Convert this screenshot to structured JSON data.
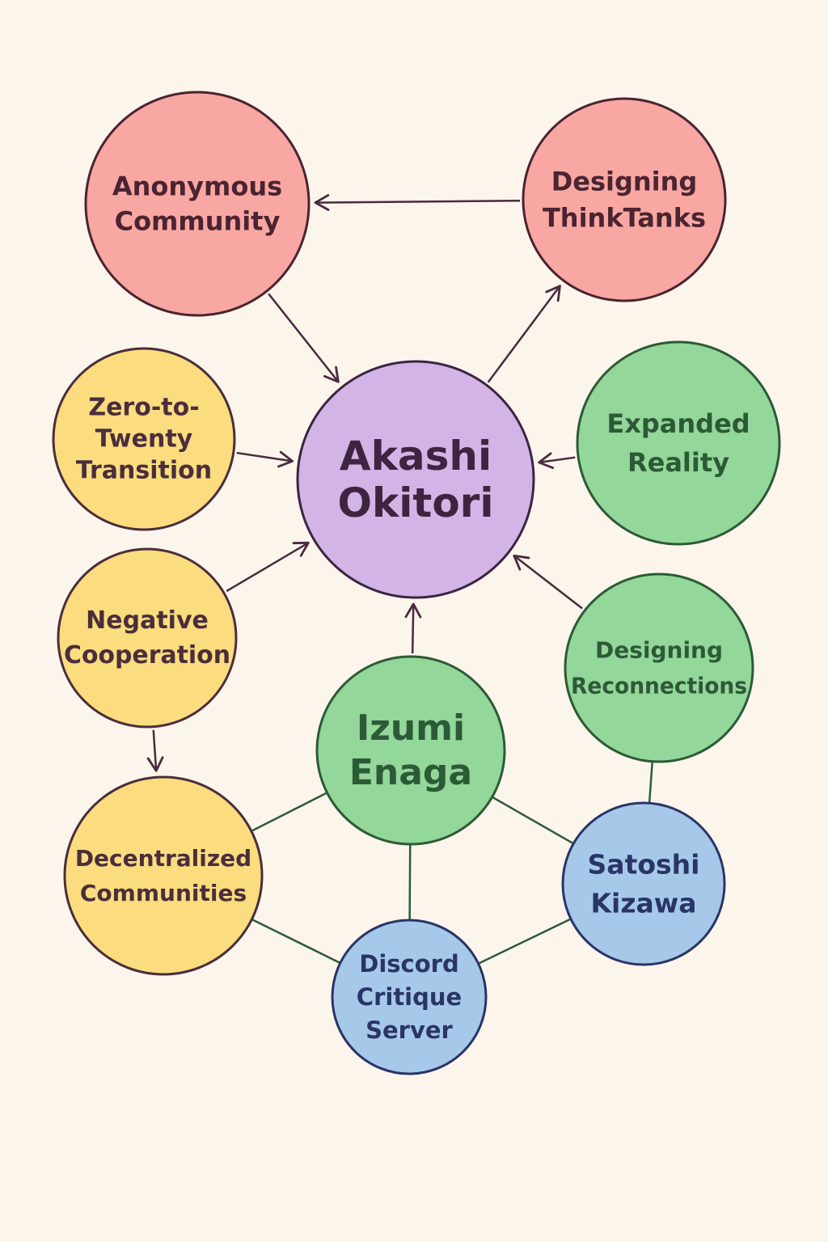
{
  "colors": {
    "background": "#fcf5ec",
    "red_fill": "#f9a7a3",
    "red_stroke": "#4a2430",
    "purple_fill": "#d2b4e6",
    "purple_stroke": "#3d2440",
    "yellow_fill": "#fbdc7e",
    "yellow_stroke": "#4a2e3c",
    "green_fill": "#93d79a",
    "green_stroke": "#2d5a36",
    "blue_fill": "#a6c9ea",
    "blue_stroke": "#2a3566",
    "arrow_color": "#4a2a3e",
    "link_color": "#2f5a3a"
  },
  "nodes": [
    {
      "id": "anonymous-community",
      "lines": [
        "Anonymous",
        "Community"
      ],
      "group": "red"
    },
    {
      "id": "designing-think-tanks",
      "lines": [
        "Designing",
        "ThinkTanks"
      ],
      "group": "red"
    },
    {
      "id": "akashi-okitori",
      "lines": [
        "Akashi",
        "Okitori"
      ],
      "group": "purple"
    },
    {
      "id": "zero-to-twenty-transition",
      "lines": [
        "Zero-to-",
        "Twenty",
        "Transition"
      ],
      "group": "yellow"
    },
    {
      "id": "expanded-reality",
      "lines": [
        "Expanded",
        "Reality"
      ],
      "group": "green"
    },
    {
      "id": "negative-cooperation",
      "lines": [
        "Negative",
        "Cooperation"
      ],
      "group": "yellow"
    },
    {
      "id": "designing-reconnections",
      "lines": [
        "Designing",
        "Reconnections"
      ],
      "group": "green"
    },
    {
      "id": "izumi-enaga",
      "lines": [
        "Izumi",
        "Enaga"
      ],
      "group": "green"
    },
    {
      "id": "decentralized-communities",
      "lines": [
        "Decentralized",
        "Communities"
      ],
      "group": "yellow"
    },
    {
      "id": "satoshi-kizawa",
      "lines": [
        "Satoshi",
        "Kizawa"
      ],
      "group": "blue"
    },
    {
      "id": "discord-critique-server",
      "lines": [
        "Discord",
        "Critique",
        "Server"
      ],
      "group": "blue"
    }
  ],
  "edges": [
    {
      "from": "designing-think-tanks",
      "to": "anonymous-community",
      "type": "arrow"
    },
    {
      "from": "anonymous-community",
      "to": "akashi-okitori",
      "type": "arrow"
    },
    {
      "from": "akashi-okitori",
      "to": "designing-think-tanks",
      "type": "arrow"
    },
    {
      "from": "zero-to-twenty-transition",
      "to": "akashi-okitori",
      "type": "arrow"
    },
    {
      "from": "expanded-reality",
      "to": "akashi-okitori",
      "type": "arrow"
    },
    {
      "from": "negative-cooperation",
      "to": "akashi-okitori",
      "type": "arrow"
    },
    {
      "from": "designing-reconnections",
      "to": "akashi-okitori",
      "type": "arrow"
    },
    {
      "from": "izumi-enaga",
      "to": "akashi-okitori",
      "type": "arrow"
    },
    {
      "from": "negative-cooperation",
      "to": "decentralized-communities",
      "type": "arrow"
    },
    {
      "from": "izumi-enaga",
      "to": "decentralized-communities",
      "type": "line"
    },
    {
      "from": "izumi-enaga",
      "to": "satoshi-kizawa",
      "type": "line"
    },
    {
      "from": "izumi-enaga",
      "to": "discord-critique-server",
      "type": "line"
    },
    {
      "from": "decentralized-communities",
      "to": "discord-critique-server",
      "type": "line"
    },
    {
      "from": "discord-critique-server",
      "to": "satoshi-kizawa",
      "type": "line"
    },
    {
      "from": "satoshi-kizawa",
      "to": "designing-reconnections",
      "type": "line"
    }
  ]
}
